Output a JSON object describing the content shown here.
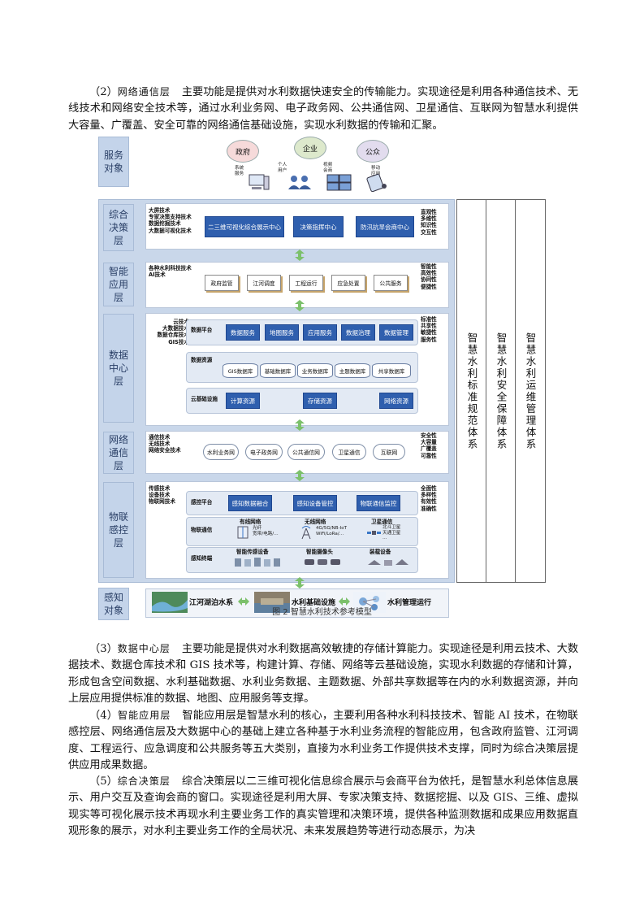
{
  "paragraphs": {
    "p1": {
      "num": "（2）",
      "head": "网络通信层",
      "text": "主要功能是提供对水利数据快速安全的传输能力。实现途径是利用各种通信技术、无线技术和网络安全技术等，通过水利业务网、电子政务网、公共通信网、卫星通信、互联网为智慧水利提供大容量、广覆盖、安全可靠的网络通信基础设施，实现水利数据的传输和汇聚。"
    },
    "p3": {
      "num": "（3）",
      "head": "数据中心层",
      "text": "主要功能是提供对水利数据高效敏捷的存储计算能力。实现途径是利用云技术、大数据技术、数据仓库技术和 GIS 技术等，构建计算、存储、网络等云基础设施，实现水利数据的存储和计算，形成包含空间数据、水利基础数据、水利业务数据、主题数据、外部共享数据等在内的水利数据资源，并向上层应用提供标准的数据、地图、应用服务等支撑。"
    },
    "p4": {
      "num": "（4）",
      "head": "智能应用层",
      "text": "智能应用层是智慧水利的核心，主要利用各种水利科技技术、智能 AI 技术，在物联感控层、网络通信层及大数据中心的基础上建立各种基于水利业务流程的智能应用，包含政府监管、江河调度、工程运行、应急调度和公共服务等五大类别，直接为水利业务工作提供技术支撑，同时为综合决策层提供应用成果数据。"
    },
    "p5": {
      "num": "（5）",
      "head": "综合决策层",
      "text": "综合决策层以二三维可视化信息综合展示与会商平台为依托，是智慧水利总体信息展示、用户交互及查询会商的窗口。实现途径是利用大屏、专家决策支持、数据挖掘、以及 GIS、三维、虚拟现实等可视化展示技术再现水利主要业务工作的真实管理和决策环境，提供各种监测数据和成果应用数据直观形象的展示，对水利主要业务工作的全局状况、未来发展趋势等进行动态展示，为决"
    }
  },
  "caption": "图 2  智慧水利技术参考模型",
  "diagram": {
    "layers": {
      "service": "服务\n对象",
      "decision": "综合\n决策\n层",
      "app": "智能\n应用\n层",
      "data": "数据\n中心\n层",
      "net": "网络\n通信\n层",
      "iot": "物联\n感控\n层",
      "sense": "感知\n对象"
    },
    "service_objects": {
      "gov": "政府",
      "ent": "企业",
      "pub": "公众"
    },
    "service_icons": {
      "a": "系统\n服务",
      "b": "个人\n用户",
      "c": "视频\n会商",
      "d": "移动\n应用"
    },
    "decision": {
      "tech": "大屏技术\n专家决策支持技术\n数据挖掘技术\n大数据可视化技术",
      "boxes": [
        "二三维可视化综合展示中心",
        "决策指挥中心",
        "防汛抗旱会商中心"
      ],
      "props": "直观性\n多维性\n知识性\n交互性"
    },
    "app": {
      "tech": "各种水利科技技术\nAI技术",
      "boxes": [
        "政府监管",
        "江河调度",
        "工程运行",
        "应急处置",
        "公共服务"
      ],
      "props": "智能性\n高效性\n协同性\n便捷性"
    },
    "data": {
      "tech": "云技术\n大数据技术\n数据仓库技术\nGIS技术",
      "platform_label": "数据平台",
      "platform": [
        "数据服务",
        "地图服务",
        "应用服务",
        "数据治理",
        "数据管理"
      ],
      "resource_label": "数据资源",
      "resources": [
        "GIS数据库",
        "基础数据库",
        "业务数据库",
        "主题数据库",
        "共享数据库"
      ],
      "infra_label": "云基础设施",
      "infra": [
        "计算资源",
        "存储资源",
        "网络资源"
      ],
      "props": "标准性\n共享性\n敏捷性\n服务性"
    },
    "net": {
      "tech": "通信技术\n无线技术\n网络安全技术",
      "clouds": [
        "水利业务网",
        "电子政务网",
        "公共通信网",
        "卫星通信",
        "互联网"
      ],
      "props": "安全性\n大容量\n广覆盖\n可靠性"
    },
    "iot": {
      "tech": "传感技术\n设备技术\n物联网技术",
      "platform_label": "感控平台",
      "platform": [
        "感知数据融合",
        "感知设备管控",
        "物联通信监控"
      ],
      "comm_label": "物联通信",
      "comm": [
        "有线网络",
        "无线网络",
        "卫星通信"
      ],
      "comm_detail": [
        "光纤\n宽带/电路/…",
        "4G/5G/NB-IoT\nWiFi/LoRa/…",
        "北斗卫星\n天通卫星\n…"
      ],
      "term_label": "感知终端",
      "terms": [
        "智能传感设备",
        "智能摄像头",
        "装载设备"
      ],
      "props": "全面性\n多样性\n有效性\n准确性"
    },
    "sense_objects": [
      "江河湖泊水系",
      "水利基础设施",
      "水利管理运行"
    ],
    "systems": [
      "智慧水利标准规范体系",
      "智慧水利安全保障体系",
      "智慧水利运维管理体系"
    ]
  },
  "colors": {
    "layer_bg": "#c4d4ea",
    "blue_box": "#2f5fae",
    "arrow": "#7cc06b"
  }
}
